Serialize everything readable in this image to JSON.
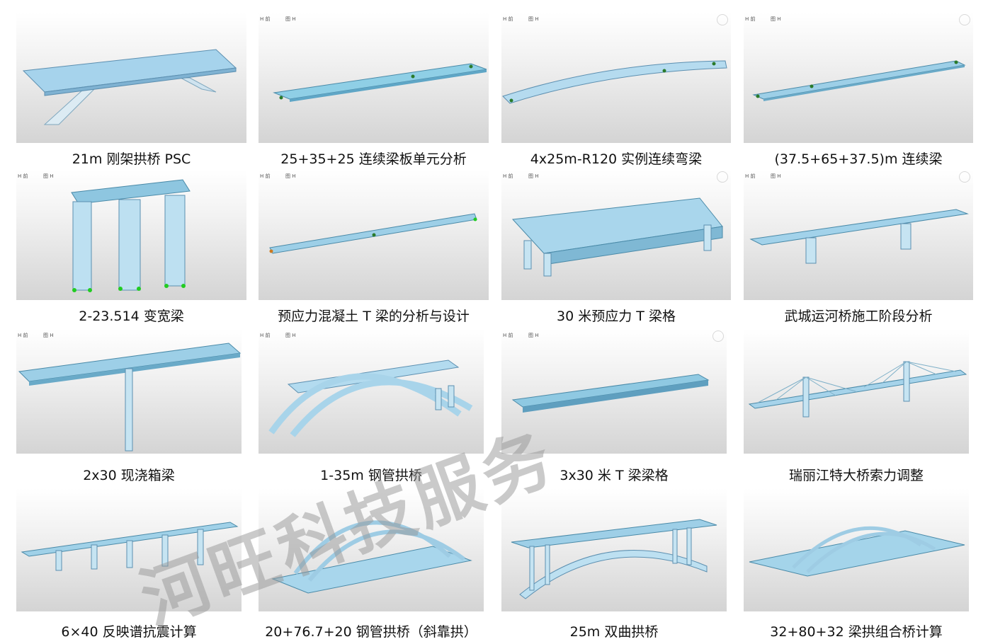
{
  "tags": {
    "left": "H 前",
    "right": "图 H"
  },
  "watermark": "河旺科技服务",
  "items": [
    {
      "caption": "21m 刚架拱桥 PSC",
      "model": "rigid-frame-arch"
    },
    {
      "caption": "25+35+25 连续梁板单元分析",
      "model": "deck-plate"
    },
    {
      "caption": "4x25m-R120 实例连续弯梁",
      "model": "curved-girder"
    },
    {
      "caption": "(37.5+65+37.5)m 连续梁",
      "model": "continuous-beam"
    },
    {
      "caption": "2-23.514 变宽梁",
      "model": "tower-frame"
    },
    {
      "caption": "预应力混凝土 T 梁的分析与设计",
      "model": "t-beam"
    },
    {
      "caption": "30 米预应力 T 梁格",
      "model": "t-grillage"
    },
    {
      "caption": "武城运河桥施工阶段分析",
      "model": "canal-bridge"
    },
    {
      "caption": "2x30 现浇箱梁",
      "model": "box-girder"
    },
    {
      "caption": "1-35m 钢管拱桥",
      "model": "steel-arch"
    },
    {
      "caption": "3x30 米 T 梁梁格",
      "model": "t-grillage-3"
    },
    {
      "caption": "瑞丽江特大桥索力调整",
      "model": "cable-stayed"
    },
    {
      "caption": "6×40 反映谱抗震计算",
      "model": "multi-pier"
    },
    {
      "caption": "20+76.7+20 钢管拱桥（斜靠拱）",
      "model": "inclined-arch"
    },
    {
      "caption": "25m 双曲拱桥",
      "model": "double-curve-arch"
    },
    {
      "caption": "32+80+32 梁拱组合桥计算",
      "model": "beam-arch"
    }
  ]
}
